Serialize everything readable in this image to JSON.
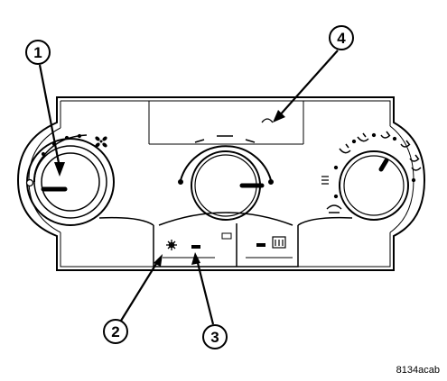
{
  "callouts": [
    {
      "number": "1"
    },
    {
      "number": "2"
    },
    {
      "number": "3"
    },
    {
      "number": "4"
    }
  ],
  "figure_code": "8134acab",
  "icons": {
    "fan": "fan-icon",
    "ac": "snowflake-icon",
    "recirc": "recirculation-icon",
    "rear_defrost": "rear-defrost-icon",
    "modes": [
      "panel-mode-icon",
      "bilevel-mode-icon",
      "floor-mode-icon",
      "mix-mode-icon",
      "defrost-mode-icon"
    ]
  },
  "colors": {
    "line": "#000000",
    "background": "#ffffff"
  }
}
